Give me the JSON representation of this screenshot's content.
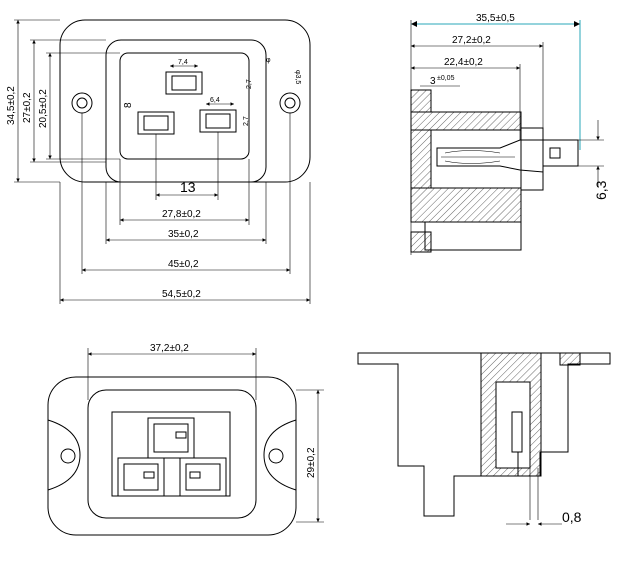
{
  "views": {
    "top": {
      "dims": {
        "w_7_4": "7,4",
        "w_6_4": "6,4",
        "h_8": "8",
        "h_2_7_a": "2,7",
        "h_2_7_b": "2,7",
        "hole_phi": "φ",
        "hole_3_5": "φ3,5",
        "pitch_13": "13",
        "w_27_8": "27,8±0,2",
        "w_35": "35±0,2",
        "w_45": "45±0,2",
        "w_54_5": "54,5±0,2",
        "h_34_5": "34,5±0,2",
        "h_27": "27±0,2",
        "h_20_5": "20,5±0,2"
      }
    },
    "side": {
      "dims": {
        "w_35_5": "35,5±0,5",
        "w_27_2": "27,2±0,2",
        "w_22_4": "22,4±0,2",
        "t_3": "3",
        "t_tol": "±0,05",
        "h_6_3": "6,3"
      }
    },
    "bottom": {
      "dims": {
        "w_37_2": "37,2±0,2",
        "h_29": "29±0,2"
      }
    },
    "section": {
      "dims": {
        "t_0_8": "0,8"
      }
    }
  }
}
